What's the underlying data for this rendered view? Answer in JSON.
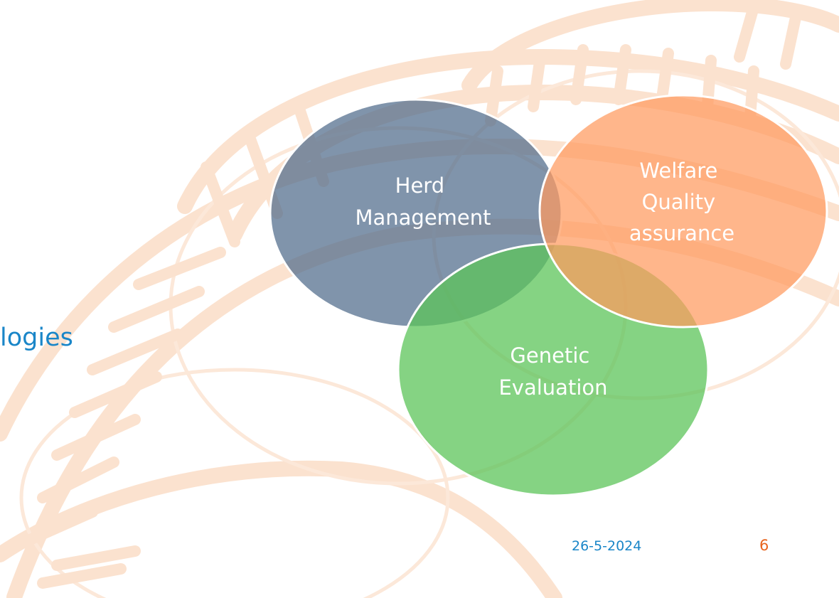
{
  "slide": {
    "side_text": "logies",
    "footer": {
      "date": "26-5-2024",
      "page_number": "6"
    }
  },
  "venn": {
    "circles": [
      {
        "id": "herd",
        "lines": [
          "Herd",
          "Management"
        ],
        "color": "#4f6b8b"
      },
      {
        "id": "welfare",
        "lines": [
          "Welfare",
          "Quality",
          "assurance"
        ],
        "color": "#ff9a5e"
      },
      {
        "id": "genetic",
        "lines": [
          "Genetic",
          "Evaluation"
        ],
        "color": "#5cc45a"
      }
    ]
  },
  "colors": {
    "dna_background": "#fbe2cf",
    "accent_blue": "#1a86c8",
    "accent_orange": "#e8641e"
  }
}
